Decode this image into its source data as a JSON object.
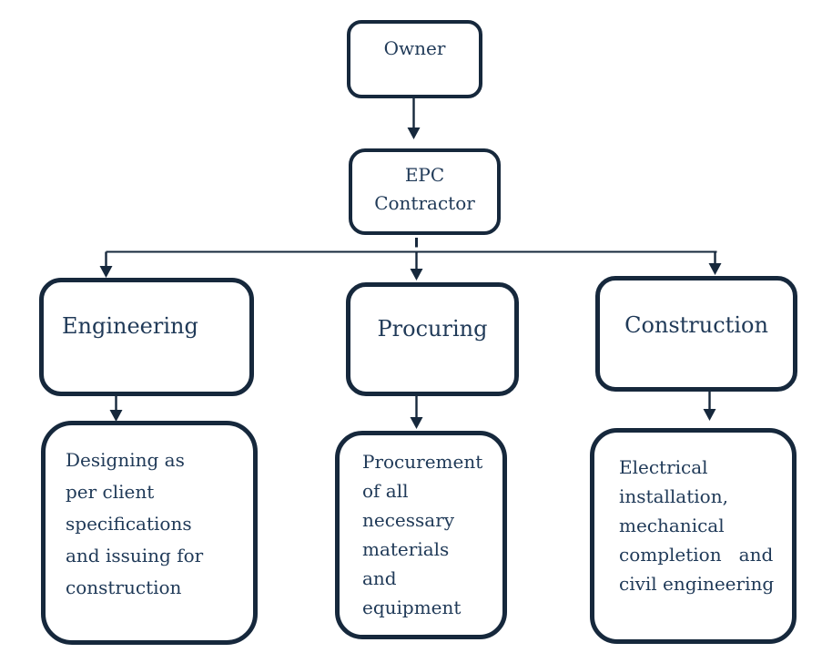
{
  "colors": {
    "line": "#16283c",
    "text": "#203a58",
    "canvas_bg": "#ffffff",
    "node_bg": "#ffffff"
  },
  "nodes": {
    "owner": {
      "label": "Owner"
    },
    "epc_contractor": {
      "label": "EPC\nContractor"
    },
    "engineering": {
      "label": "Engineering"
    },
    "procuring": {
      "label": "Procuring"
    },
    "construction": {
      "label": "Construction"
    },
    "engineering_detail": {
      "label": "Designing as\nper client\nspecifications\nand issuing for\nconstruction"
    },
    "procuring_detail": {
      "label": "Procurement\nof all\nnecessary\nmaterials\nand\nequipment"
    },
    "construction_detail": {
      "label": "Electrical\ninstallation,\nmechanical\ncompletion   and\ncivil engineering"
    }
  },
  "edges": [
    {
      "from": "owner",
      "to": "epc_contractor"
    },
    {
      "from": "epc_contractor",
      "to": "engineering"
    },
    {
      "from": "epc_contractor",
      "to": "procuring"
    },
    {
      "from": "epc_contractor",
      "to": "construction"
    },
    {
      "from": "engineering",
      "to": "engineering_detail"
    },
    {
      "from": "procuring",
      "to": "procuring_detail"
    },
    {
      "from": "construction",
      "to": "construction_detail"
    }
  ]
}
